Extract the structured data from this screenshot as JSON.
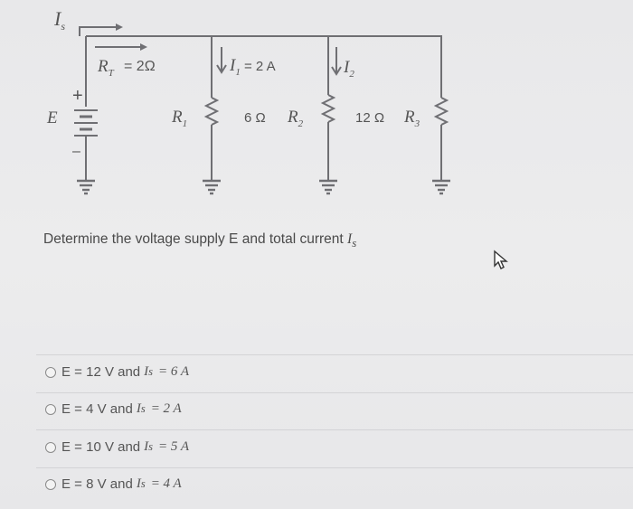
{
  "circuit": {
    "is_label": "I",
    "is_sub": "s",
    "rt_label": "R",
    "rt_sub": "T",
    "rt_value": "= 2Ω",
    "i1_label": "I",
    "i1_sub": "1",
    "i1_value": "= 2 A",
    "i2_label": "I",
    "i2_sub": "2",
    "e_label": "E",
    "plus": "+",
    "minus": "–",
    "r1_label": "R",
    "r1_sub": "1",
    "r2_value": "6 Ω",
    "r2_label": "R",
    "r2_sub": "2",
    "r3_value": "12 Ω",
    "r3_label": "R",
    "r3_sub": "3"
  },
  "question": {
    "text": "Determine the voltage supply E and total current ",
    "var": "I",
    "sub": "s"
  },
  "options": [
    {
      "prefix": "E = 12 V and ",
      "var": "I",
      "sub": "s",
      "value": "= 6 A"
    },
    {
      "prefix": "E = 4 V and ",
      "var": "I",
      "sub": "s",
      "value": "= 2 A"
    },
    {
      "prefix": "E = 10 V and ",
      "var": "I",
      "sub": "s",
      "value": "= 5 A"
    },
    {
      "prefix": "E = 8 V and ",
      "var": "I",
      "sub": "s",
      "value": "= 4 A"
    }
  ],
  "colors": {
    "wire": "#6f6f73",
    "text": "#4a4a4a",
    "radio_border": "#8b8b8b"
  },
  "icons": {
    "cursor": "mouse-pointer-icon",
    "radio": "radio-button-icon"
  }
}
